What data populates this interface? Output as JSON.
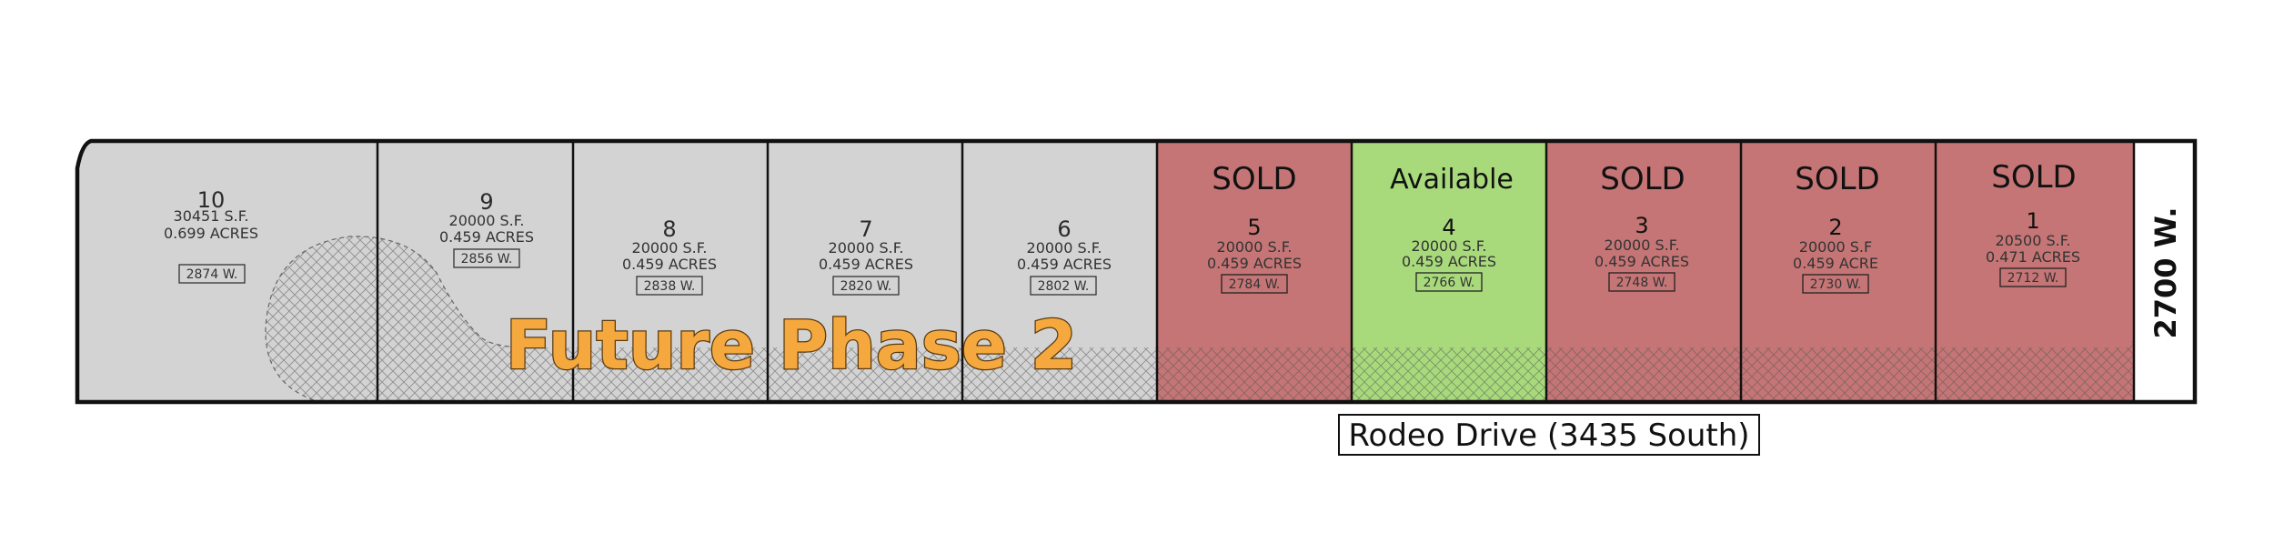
{
  "colors": {
    "future": "#d3d3d3",
    "sold": "#c57575",
    "available": "#a8da7c",
    "outline": "#111111",
    "phase_text": "#f5a83e"
  },
  "phase_label": "Future Phase 2",
  "street_label": "Rodeo Drive (3435 South)",
  "road_label": "2700 W.",
  "lots": [
    {
      "number": "10",
      "sqft": "30451  S.F.",
      "acres": "0.699  ACRES",
      "address": "2874  W.",
      "status": ""
    },
    {
      "number": "9",
      "sqft": "20000  S.F.",
      "acres": "0.459  ACRES",
      "address": "2856  W.",
      "status": ""
    },
    {
      "number": "8",
      "sqft": "20000  S.F.",
      "acres": "0.459  ACRES",
      "address": "2838  W.",
      "status": ""
    },
    {
      "number": "7",
      "sqft": "20000  S.F.",
      "acres": "0.459  ACRES",
      "address": "2820  W.",
      "status": ""
    },
    {
      "number": "6",
      "sqft": "20000  S.F.",
      "acres": "0.459  ACRES",
      "address": "2802  W.",
      "status": ""
    },
    {
      "number": "5",
      "sqft": "20000  S.F.",
      "acres": "0.459  ACRES",
      "address": "2784  W.",
      "status": "SOLD"
    },
    {
      "number": "4",
      "sqft": "20000  S.F.",
      "acres": "0.459  ACRES",
      "address": "2766  W.",
      "status": "Available"
    },
    {
      "number": "3",
      "sqft": "20000  S.F.",
      "acres": "0.459  ACRES",
      "address": "2748  W.",
      "status": "SOLD"
    },
    {
      "number": "2",
      "sqft": "20000  S.F",
      "acres": "0.459  ACRE",
      "address": "2730  W.",
      "status": "SOLD"
    },
    {
      "number": "1",
      "sqft": "20500  S.F.",
      "acres": "0.471  ACRES",
      "address": "2712  W.",
      "status": "SOLD"
    }
  ]
}
